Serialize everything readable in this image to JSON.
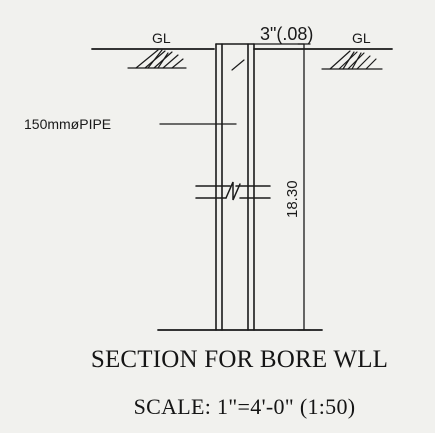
{
  "drawing": {
    "ground_label_left": "GL",
    "ground_label_right": "GL",
    "top_dimension": "3\"(.08)",
    "pipe_label": "150mmøPIPE",
    "depth_dimension": "18.30"
  },
  "title": {
    "main": "SECTION FOR BORE WLL",
    "scale": "SCALE: 1\"=4'-0\" (1:50)"
  },
  "colors": {
    "ink": "#1a1a1a",
    "paper": "#f1f1ee"
  }
}
